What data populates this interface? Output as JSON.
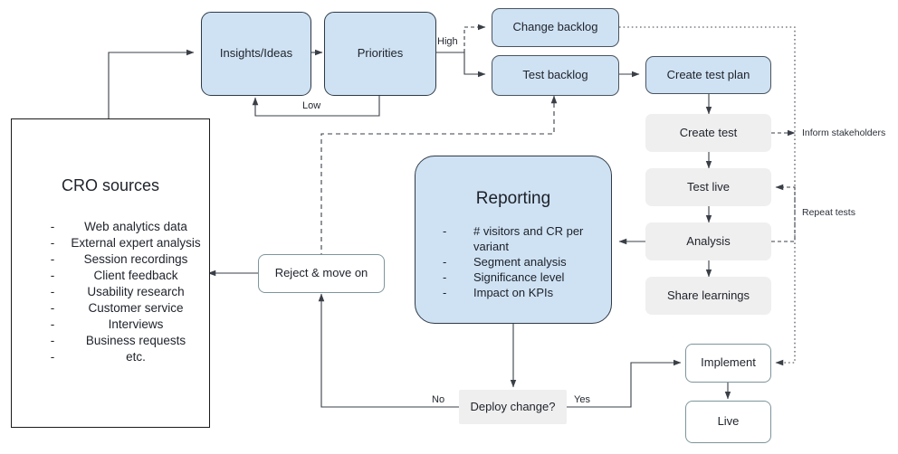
{
  "diagram": {
    "title": "CRO experimentation process flowchart",
    "colors": {
      "blue_fill": "#cfe2f3",
      "gray_fill": "#efefef",
      "outline_stroke": "#7d959c",
      "dark_stroke": "#2f3a46",
      "line": "#3a3f47"
    }
  },
  "cro_panel": {
    "title": "CRO sources",
    "bullet": "-",
    "items": [
      "Web analytics data",
      "External expert analysis",
      "Session recordings",
      "Client feedback",
      "Usability research",
      "Customer service",
      "Interviews",
      "Business requests",
      "etc."
    ]
  },
  "nodes": {
    "insights": "Insights/Ideas",
    "priorities": "Priorities",
    "change_backlog": "Change backlog",
    "test_backlog": "Test backlog",
    "create_test_plan": "Create test plan",
    "create_test": "Create test",
    "test_live": "Test live",
    "analysis": "Analysis",
    "share_learnings": "Share learnings",
    "reject": "Reject & move on",
    "deploy": "Deploy change?",
    "implement": "Implement",
    "live": "Live"
  },
  "reporting": {
    "title": "Reporting",
    "bullet": "-",
    "items": [
      "# visitors and CR per variant",
      "Segment analysis",
      "Significance level",
      "Impact on KPIs"
    ]
  },
  "edge_labels": {
    "high": "High",
    "low": "Low",
    "no": "No",
    "yes": "Yes"
  },
  "side_labels": {
    "inform_stakeholders": "Inform stakeholders",
    "repeat_tests": "Repeat tests"
  }
}
